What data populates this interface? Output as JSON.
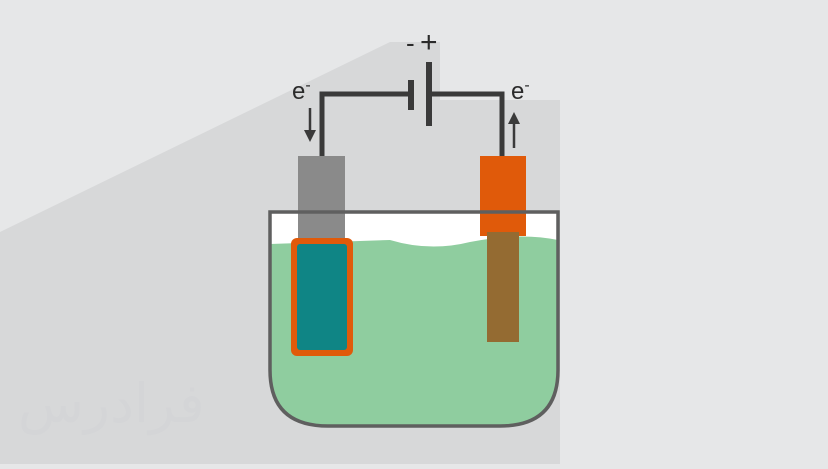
{
  "battery": {
    "minus_sign": "-",
    "plus_sign": "+"
  },
  "electrons": {
    "left_symbol": "e",
    "left_charge": "-",
    "right_symbol": "e",
    "right_charge": "-"
  },
  "watermark": {
    "text": "فرادرس"
  },
  "colors": {
    "background": "#e6e7e8",
    "long_shadow": "#d7d8d9",
    "wire": "#3a3a3a",
    "beaker_outline": "#5f5f5f",
    "solution": "#8fcd9f",
    "cathode_holder": "#8a8a8a",
    "cathode_plated_object": "#0f8585",
    "cathode_plating_layer": "#e05a0a",
    "anode_holder": "#e05a0a",
    "anode_metal": "#946b32"
  },
  "icons": {
    "left_arrow": "arrow-down-icon",
    "right_arrow": "arrow-up-icon",
    "battery": "battery-icon"
  }
}
